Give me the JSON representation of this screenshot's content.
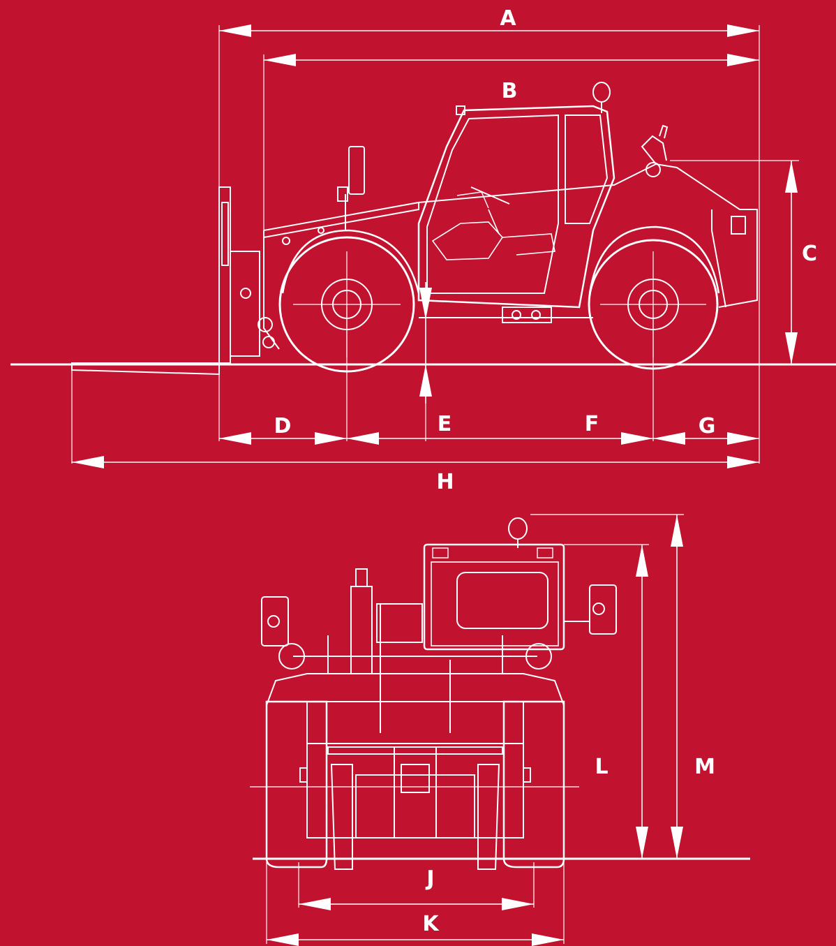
{
  "colors": {
    "background": "#c1122f",
    "linework": "#ffffff"
  },
  "views": {
    "side": {
      "dimensions": [
        {
          "id": "A",
          "label": "A"
        },
        {
          "id": "B",
          "label": "B"
        },
        {
          "id": "C",
          "label": "C"
        },
        {
          "id": "D",
          "label": "D"
        },
        {
          "id": "E",
          "label": "E"
        },
        {
          "id": "F",
          "label": "F"
        },
        {
          "id": "G",
          "label": "G"
        },
        {
          "id": "H",
          "label": "H"
        }
      ]
    },
    "front": {
      "dimensions": [
        {
          "id": "J",
          "label": "J"
        },
        {
          "id": "K",
          "label": "K"
        },
        {
          "id": "L",
          "label": "L"
        },
        {
          "id": "M",
          "label": "M"
        }
      ]
    }
  }
}
